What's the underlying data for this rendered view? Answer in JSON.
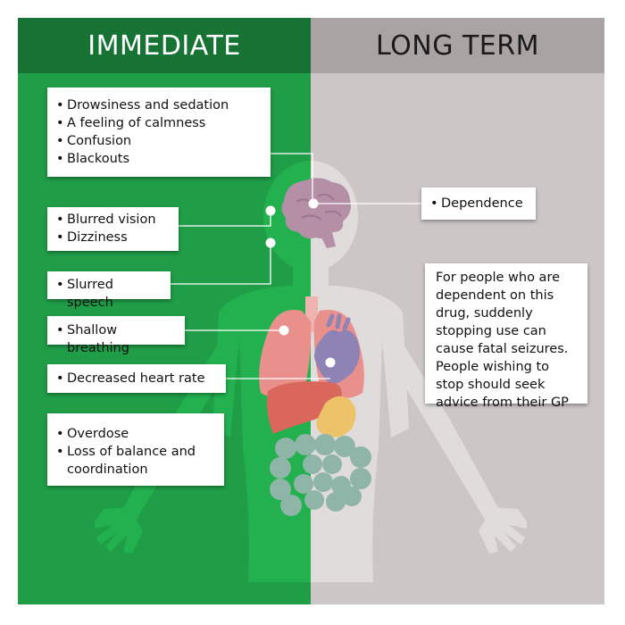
{
  "headers": {
    "left": "IMMEDIATE",
    "right": "LONG TERM"
  },
  "colors": {
    "immediate_green": "#1f9d47",
    "immediate_header": "#167334",
    "longterm_grey": "#cdc6c6",
    "longterm_header": "#a9a3a3",
    "brain": "#b58fa6",
    "lungs": "#e98f8c",
    "heart": "#8d83b5",
    "liver": "#d9675c",
    "stomach": "#edc36a",
    "intestines": "#8fb4a8"
  },
  "immediate": {
    "brain_effects": [
      "Drowsiness and sedation",
      "A feeling of calmness",
      "Confusion",
      "Blackouts"
    ],
    "eye_effects": [
      "Blurred vision",
      "Dizziness"
    ],
    "speech_effects": [
      "Slurred speech"
    ],
    "breathing_effects": [
      "Shallow breathing"
    ],
    "heart_effects": [
      "Decreased heart rate"
    ],
    "other_effects": [
      "Overdose",
      "Loss of balance and coordination"
    ]
  },
  "long_term": {
    "effects": [
      "Dependence"
    ],
    "note": "For people who are dependent on this drug, suddenly stopping use can cause fatal seizures. People wishing to stop should seek advice from their GP"
  }
}
